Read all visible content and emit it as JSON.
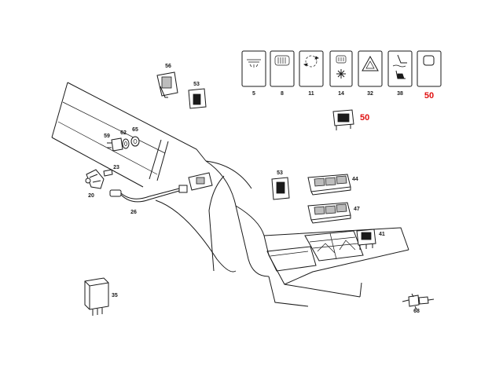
{
  "switch_row": [
    {
      "id": "switch-5",
      "icon": "interior-light-icon",
      "callout": "5"
    },
    {
      "id": "switch-8",
      "icon": "rear-defrost-icon",
      "callout": "8"
    },
    {
      "id": "switch-11",
      "icon": "recirculation-icon",
      "callout": "11"
    },
    {
      "id": "switch-14",
      "icon": "snowflake-ac-icon",
      "callout": "14"
    },
    {
      "id": "switch-32",
      "icon": "hazard-triangle-icon",
      "callout": "32"
    },
    {
      "id": "switch-38",
      "icon": "heated-seat-icon",
      "callout": "38"
    },
    {
      "id": "switch-50",
      "icon": "blank-switch-icon",
      "callout": "50",
      "highlight": true
    }
  ],
  "callouts": {
    "c56": "56",
    "c53a": "53",
    "c59": "59",
    "c62": "62",
    "c65": "65",
    "c23": "23",
    "c20": "20",
    "c26": "26",
    "c53b": "53",
    "c44": "44",
    "c47": "47",
    "c41": "41",
    "c35": "35",
    "c68": "68",
    "c50b": "50"
  },
  "colors": {
    "line": "#1a1a1a",
    "highlight": "#e01010",
    "background": "#ffffff"
  }
}
